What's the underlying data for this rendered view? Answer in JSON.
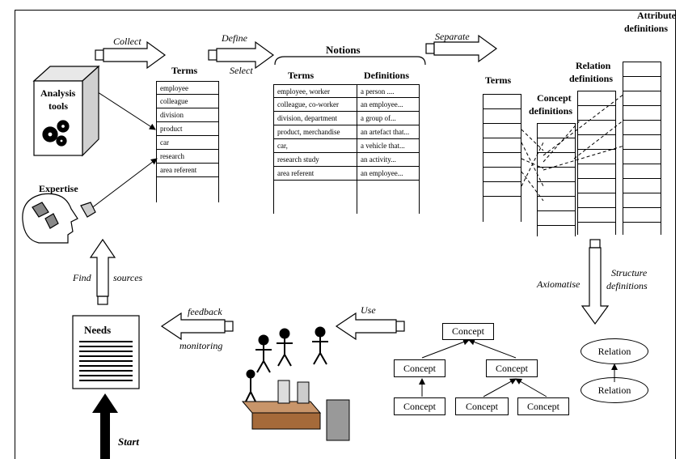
{
  "labels": {
    "collect": "Collect",
    "define": "Define",
    "select": "Select",
    "notions": "Notions",
    "separate": "Separate",
    "attribute_definitions_1": "Attribute",
    "attribute_definitions_2": "definitions",
    "relation_definitions_1": "Relation",
    "relation_definitions_2": "definitions",
    "concept_definitions_1": "Concept",
    "concept_definitions_2": "definitions",
    "terms_1": "Terms",
    "terms_2": "Terms",
    "definitions": "Definitions",
    "terms_3": "Terms",
    "analysis_tools_1": "Analysis",
    "analysis_tools_2": "tools",
    "expertise": "Expertise",
    "find": "Find",
    "sources": "sources",
    "needs": "Needs",
    "start": "Start",
    "feedback": "feedback",
    "monitoring": "monitoring",
    "use": "Use",
    "axiomatise": "Axiomatise",
    "structure": "Structure",
    "structure_definitions": "definitions"
  },
  "terms_list": [
    "employee",
    "colleague",
    "division",
    "product",
    "car",
    "research",
    "area referent"
  ],
  "notions_terms": [
    "employee, worker",
    "colleague, co-worker",
    "division, department",
    "product, merchandise",
    "car,",
    "research study",
    "area referent"
  ],
  "notions_definitions": [
    "a person ....",
    "an employee...",
    "a group of...",
    "an artefact that...",
    "a vehicle that...",
    "an activity...",
    "an employee..."
  ],
  "concept_tree": {
    "root": "Concept",
    "left": "Concept",
    "right": "Concept",
    "left_child": "Concept",
    "right_child_1": "Concept",
    "right_child_2": "Concept"
  },
  "relations": {
    "top": "Relation",
    "bottom": "Relation"
  }
}
